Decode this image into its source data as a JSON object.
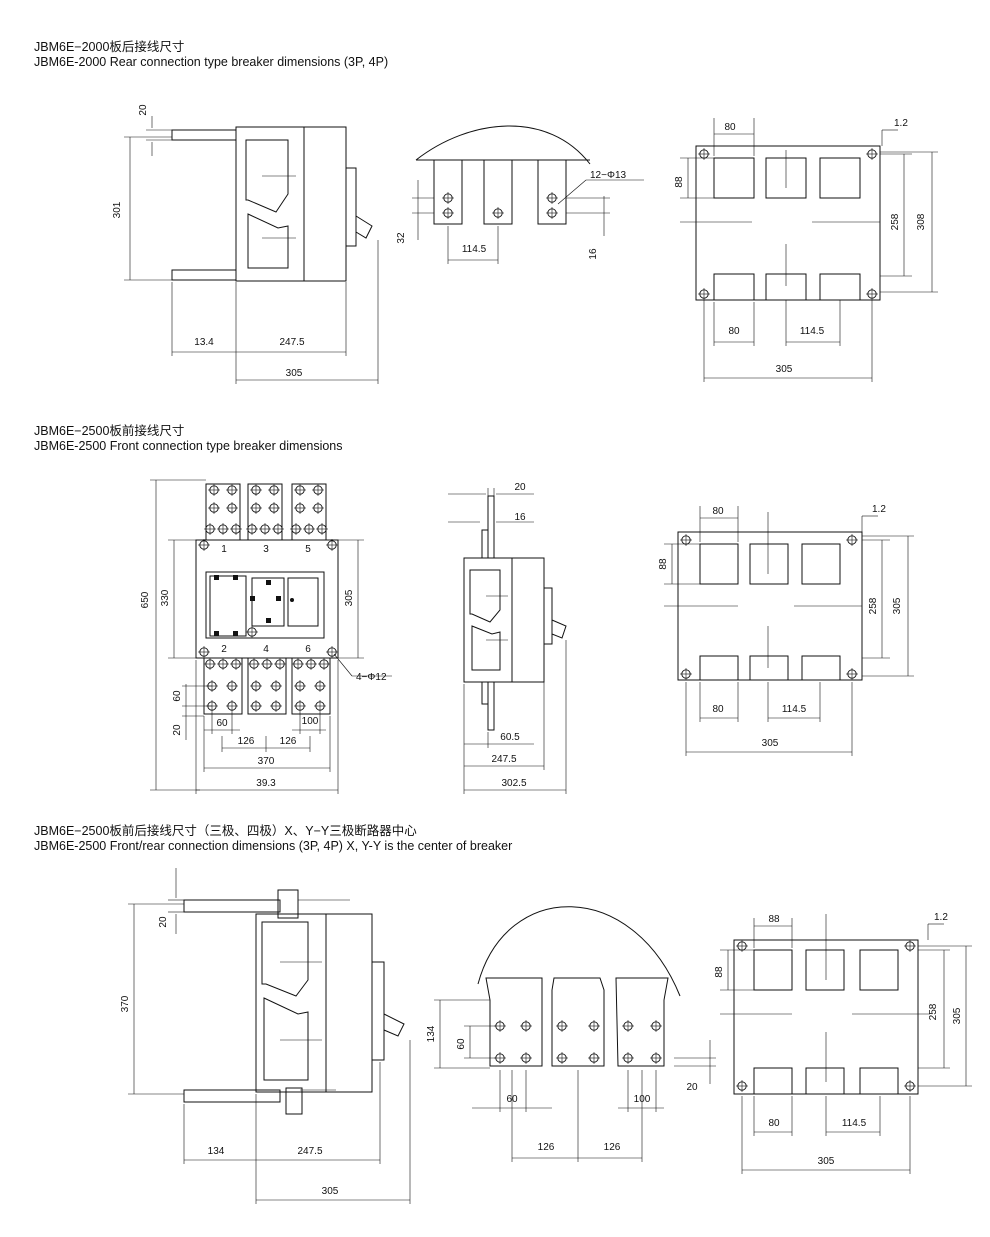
{
  "sections": [
    {
      "title_cn": "JBM6E−2000板后接线尺寸",
      "title_en": "JBM6E-2000 Rear connection type breaker dimensions (3P, 4P)"
    },
    {
      "title_cn": "JBM6E−2500板前接线尺寸",
      "title_en": "JBM6E-2500 Front connection type breaker dimensions"
    },
    {
      "title_cn": "JBM6E−2500板前后接线尺寸（三极、四极）X、Y−Y三极断路器中心",
      "title_en": "JBM6E-2500 Front/rear connection dimensions (3P, 4P) X, Y-Y is the center of breaker"
    }
  ],
  "dims": {
    "s1": {
      "d20": "20",
      "d301": "301",
      "d13_4": "13.4",
      "d247_5": "247.5",
      "d305": "305",
      "d32": "32",
      "d114_5": "114.5",
      "d16": "16",
      "hole": "12−Φ13",
      "d80a": "80",
      "d1_2": "1.2",
      "d88": "88",
      "d258": "258",
      "d308": "308",
      "d80b": "80",
      "d114_5b": "114.5",
      "d305b": "305"
    },
    "s2": {
      "d650": "650",
      "d330": "330",
      "d305": "305",
      "d60": "60",
      "d20": "20",
      "d60b": "60",
      "d100": "100",
      "d126a": "126",
      "d126b": "126",
      "d370": "370",
      "d39_3": "39.3",
      "hole": "4−Φ12",
      "t1": "1",
      "t3": "3",
      "t5": "5",
      "t2": "2",
      "t4": "4",
      "t6": "6",
      "s20": "20",
      "s16": "16",
      "s60_5": "60.5",
      "s247_5": "247.5",
      "s302_5": "302.5",
      "r80": "80",
      "r1_2": "1.2",
      "r88": "88",
      "r258": "258",
      "r305": "305",
      "r80b": "80",
      "r114_5": "114.5",
      "r305b": "305"
    },
    "s3": {
      "d20": "20",
      "d370": "370",
      "d134": "134",
      "d247_5": "247.5",
      "d305": "305",
      "m134": "134",
      "m60": "60",
      "m60b": "60",
      "m100": "100",
      "m126a": "126",
      "m126b": "126",
      "m20": "20",
      "r88a": "88",
      "r1_2": "1.2",
      "r88b": "88",
      "r258": "258",
      "r305": "305",
      "r80": "80",
      "r114_5": "114.5",
      "r305b": "305"
    }
  }
}
